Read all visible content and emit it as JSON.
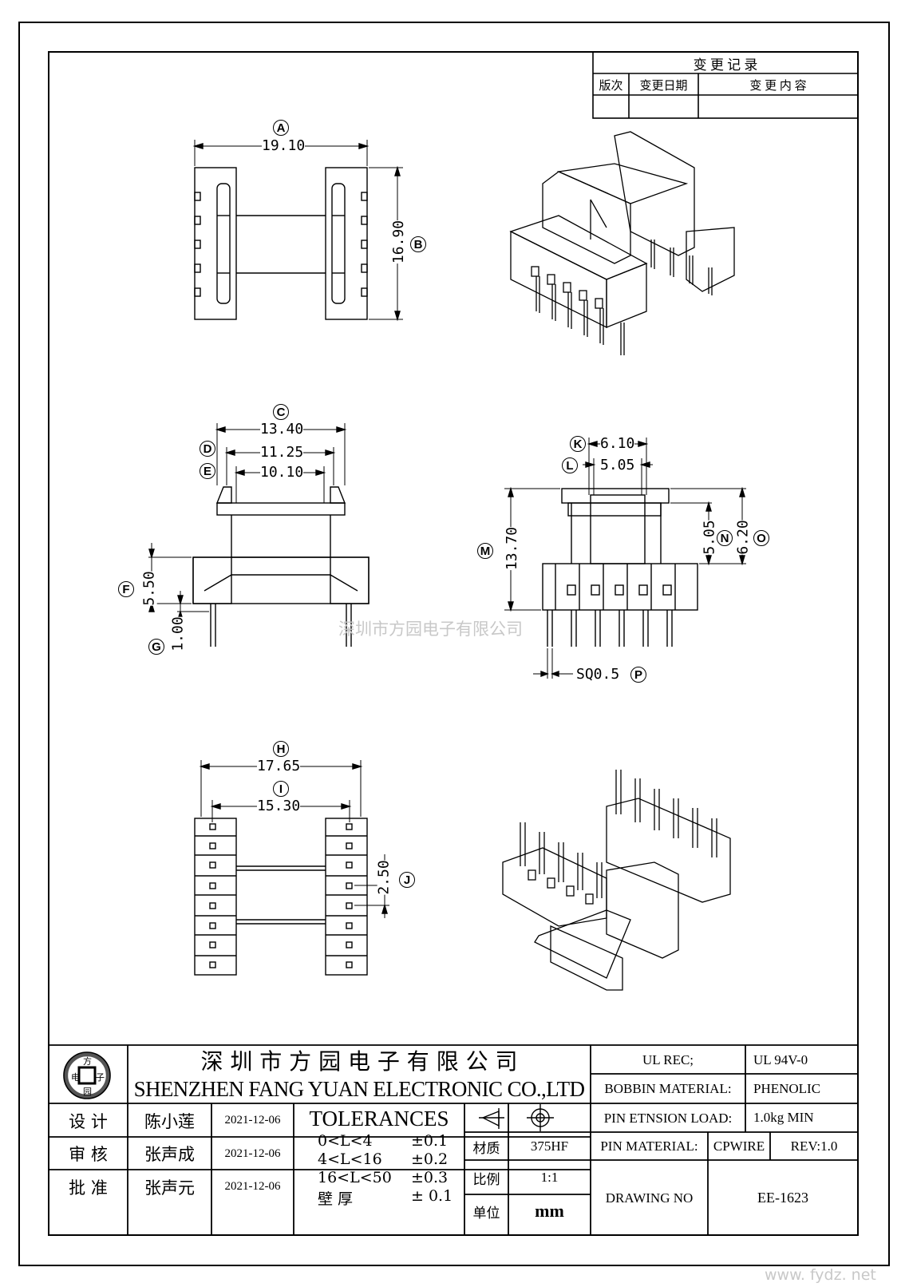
{
  "revision_table": {
    "title": "变 更 记 录",
    "col_version": "版次",
    "col_date": "变更日期",
    "col_content": "变 更 内 容"
  },
  "dimensions": {
    "A": {
      "label": "A",
      "value": "19.10"
    },
    "B": {
      "label": "B",
      "value": "16.90"
    },
    "C": {
      "label": "C",
      "value": "13.40"
    },
    "D": {
      "label": "D",
      "value": "11.25"
    },
    "E": {
      "label": "E",
      "value": "10.10"
    },
    "F": {
      "label": "F",
      "value": "5.50"
    },
    "G": {
      "label": "G",
      "value": "1.00"
    },
    "H": {
      "label": "H",
      "value": "17.65"
    },
    "I": {
      "label": "I",
      "value": "15.30"
    },
    "J": {
      "label": "J",
      "value": "2.50"
    },
    "K": {
      "label": "K",
      "value": "6.10"
    },
    "L": {
      "label": "L",
      "value": "5.05"
    },
    "M": {
      "label": "M",
      "value": "13.70"
    },
    "N": {
      "label": "N",
      "value": "5.05"
    },
    "O": {
      "label": "O",
      "value": "6.20"
    },
    "P": {
      "label": "P",
      "value": "SQ0.5"
    }
  },
  "watermark": {
    "center": "深圳市方园电子有限公司",
    "corner": "www. fydz. net"
  },
  "title_block": {
    "logo": {
      "top": "方",
      "left": "电",
      "right": "子",
      "bottom": "园"
    },
    "company_cn": "深 圳 市 方 园 电 子 有 限 公 司",
    "company_en": "SHENZHEN FANG YUAN ELECTRONIC CO.,LTD",
    "design_label": "设  计",
    "review_label": "审  核",
    "approve_label": "批  准",
    "designer": "陈小莲",
    "reviewer": "张声成",
    "approver": "张声元",
    "design_date": "2021-12-06",
    "review_date": "2021-12-06",
    "approve_date": "2021-12-06",
    "tolerances_title": "TOLERANCES",
    "tolerances": [
      {
        "range": "0<L<4",
        "value": "±0.1"
      },
      {
        "range": "4<L<16",
        "value": "±0.2"
      },
      {
        "range": "16<L<50",
        "value": "±0.3"
      },
      {
        "range": "壁  厚",
        "value": "± 0.1"
      }
    ],
    "material_label": "材质",
    "material_value": "375HF",
    "scale_label": "比例",
    "scale_value": "1:1",
    "unit_label": "单位",
    "unit_value": "mm",
    "ul_rec_label": "UL REC;",
    "ul_rec_value": "UL  94V-0",
    "bobbin_label": "BOBBIN MATERIAL:",
    "bobbin_value": "PHENOLIC",
    "pin_load_label": "PIN ETNSION LOAD:",
    "pin_load_value": "1.0kg MIN",
    "pin_material_label": "PIN MATERIAL:",
    "pin_material_value": "CPWIRE",
    "rev": "REV:1.0",
    "drawing_no_label": "DRAWING NO",
    "drawing_no_value": "EE-1623"
  }
}
